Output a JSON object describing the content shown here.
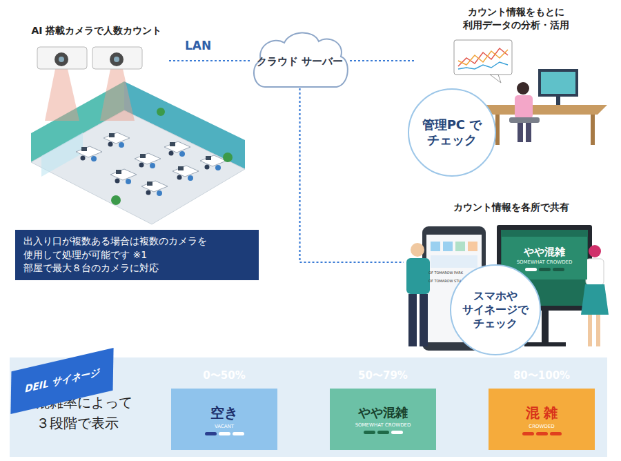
{
  "diagram": {
    "nodes": [
      {
        "text": [
          "AI 搭載カメラで人数カウント"
        ]
      },
      {
        "text": [
          "クラウド サーバー"
        ]
      },
      {
        "text": [
          "カウント情報をもとに 利用データの分析・活用"
        ]
      },
      {
        "text": [
          "管理PC で チェック"
        ],
        "in": 2
      },
      {
        "text": [
          "出入り口が複数ある場合は複数のカメラを 使用して処理が可能です ※1 部屋で最大８台のカメラに対応"
        ]
      },
      {
        "text": [
          "カウント情報を各所で共有"
        ]
      },
      {
        "text": [
          "やや混雑",
          "SOMEWHAT CROWDED"
        ],
        "in": 5
      },
      {
        "text": [
          "スマホや サイネージで チェック"
        ],
        "in": 5
      },
      {
        "text": [
          "混雑率によって ３段階で表示"
        ]
      },
      {
        "text": [
          "DEIL サイネージ"
        ],
        "in": 8
      },
      {
        "text": [
          "空き",
          "VACANT"
        ],
        "in": 8
      },
      {
        "text": [
          "やや混雑",
          "SOMEWHAT CROWDED"
        ],
        "in": 8
      },
      {
        "text": [
          "混 雑",
          "CROWDED"
        ],
        "in": 8
      }
    ],
    "edges": [
      {
        "from": 0,
        "to": 1,
        "label": "LAN",
        "arrow": "none"
      },
      {
        "from": 1,
        "to": 2,
        "arrow": "none"
      },
      {
        "from": 1,
        "to": 5,
        "arrow": "none"
      }
    ],
    "labels": [
      "OF TOMAROW PARK",
      "OF TOMAROW STU",
      "0〜50%",
      "50〜79%",
      "80〜100%"
    ]
  }
}
